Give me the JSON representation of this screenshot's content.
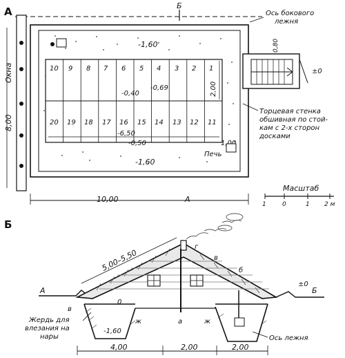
{
  "panel_a": {
    "letter": "А",
    "label_b_top": "Б",
    "side_axis_label_line1": "Ось бокового",
    "side_axis_label_line2": "лежня",
    "windows_label": "Окна",
    "dim_800": "8,00",
    "dim_top_160": "-1,60",
    "dim_bottom_160": "-1,60",
    "dim_040": "-0,40",
    "dim_069": "-0,69",
    "dim_200": "2,00",
    "dim_650": "-6,50",
    "dim_050": "-0,50",
    "dim_100": "1,00",
    "dim_080": "0,80",
    "dim_pm0": "±0",
    "wall_label_line1": "Торцевая стенка",
    "wall_label_line2": "обшивная по стой-",
    "wall_label_line3": "кам с 2-х сторон",
    "wall_label_line4": "досками",
    "stove_label": "Печь",
    "dim_1000": "10,00",
    "label_a_bottom": "А",
    "scale_label": "Масштаб",
    "scale_ticks": [
      "1",
      "0",
      "1",
      "2 м"
    ],
    "bunks_top": [
      "10",
      "9",
      "8",
      "7",
      "6",
      "5",
      "4",
      "3",
      "2",
      "1"
    ],
    "bunks_bottom": [
      "20",
      "19",
      "18",
      "17",
      "16",
      "15",
      "14",
      "13",
      "12",
      "11"
    ]
  },
  "panel_b": {
    "letter": "Б",
    "dim_slope": "5,00–5,50",
    "mark_g": "г",
    "mark_v": "в",
    "mark_b": "б",
    "mark_a_left": "А",
    "mark_b_right": "Б",
    "mark_pm0": "±0",
    "mark_v_left": "в",
    "mark_zero": "0",
    "mark_zh_left": "ж",
    "mark_a": "а",
    "mark_zh_right": "ж",
    "pole_label_line1": "Жердь для",
    "pole_label_line2": "влезания на",
    "pole_label_line3": "нары",
    "dim_160": "-1,60",
    "axis_label": "Ось лежня",
    "dim_400": "4,00",
    "dim_200_mid": "2,00",
    "dim_200_right": "2,00"
  }
}
